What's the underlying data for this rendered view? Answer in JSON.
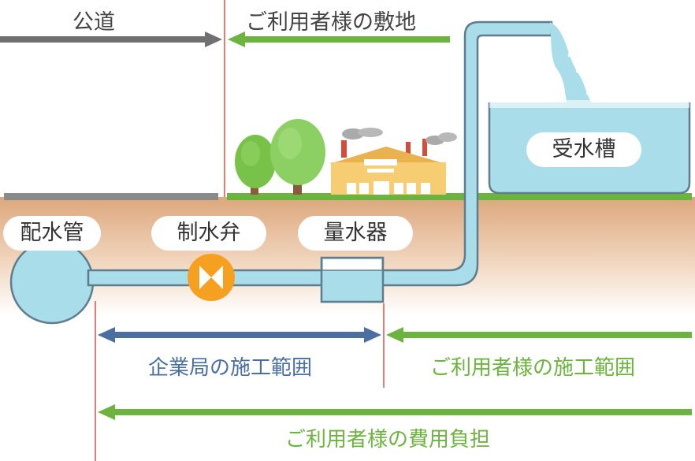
{
  "labels": {
    "public_road": "公道",
    "customer_site": "ご利用者様の敷地",
    "water_main": "配水管",
    "control_valve": "制水弁",
    "water_meter": "量水器",
    "receiving_tank": "受水槽",
    "bureau_work_scope": "企業局の施工範囲",
    "customer_work_scope": "ご利用者様の施工範囲",
    "customer_cost": "ご利用者様の費用負担"
  },
  "colors": {
    "gray_arrow": "#707070",
    "green": "#6db33f",
    "blue_arrow": "#4a6fa0",
    "divider": "#d9534f",
    "soil_top": "#e2b48d",
    "soil_bottom": "#ffffff",
    "pipe": "#a9dde9",
    "pipe_outline": "#5f7d8c",
    "valve": "#f5a020",
    "building": "#f7cd73",
    "tree": "#78c24a"
  },
  "icons": {
    "valve": "valve-icon",
    "meter": "meter-icon",
    "tank": "tank-icon",
    "building": "building-icon",
    "tree": "tree-icon"
  }
}
